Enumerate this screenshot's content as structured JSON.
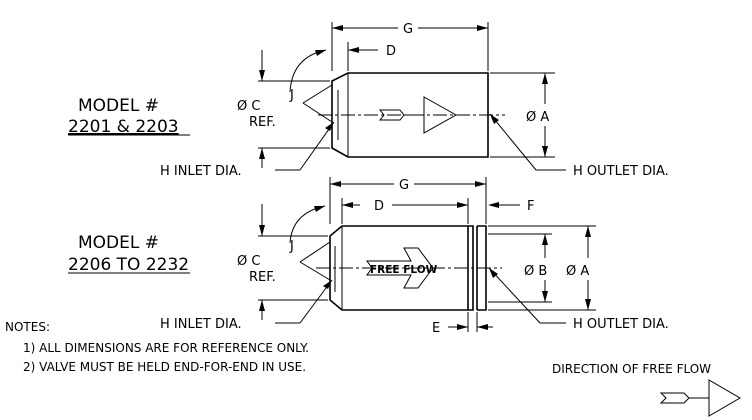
{
  "top_view": {
    "model_line1": "MODEL #",
    "model_line2": "2201 & 2203",
    "labels": {
      "g": "G",
      "d": "D",
      "j": "J",
      "c": "Ø C",
      "ref": "REF.",
      "a": "Ø A",
      "inlet": "H INLET DIA.",
      "outlet": "H OUTLET DIA."
    }
  },
  "bottom_view": {
    "model_line1": "MODEL #",
    "model_line2": "2206 TO 2232",
    "free_flow": "FREE FLOW",
    "labels": {
      "g": "G",
      "d": "D",
      "f": "F",
      "j": "J",
      "c": "Ø C",
      "ref": "REF.",
      "b": "Ø B",
      "a": "Ø A",
      "e": "E",
      "inlet": "H INLET DIA.",
      "outlet": "H OUTLET DIA."
    }
  },
  "notes": {
    "title": "NOTES:",
    "items": [
      "1) ALL DIMENSIONS ARE FOR REFERENCE ONLY.",
      "2) VALVE MUST BE HELD END-FOR-END IN USE."
    ]
  },
  "legend": {
    "label": "DIRECTION OF FREE FLOW",
    "icon": "flow-arrow-icon"
  }
}
